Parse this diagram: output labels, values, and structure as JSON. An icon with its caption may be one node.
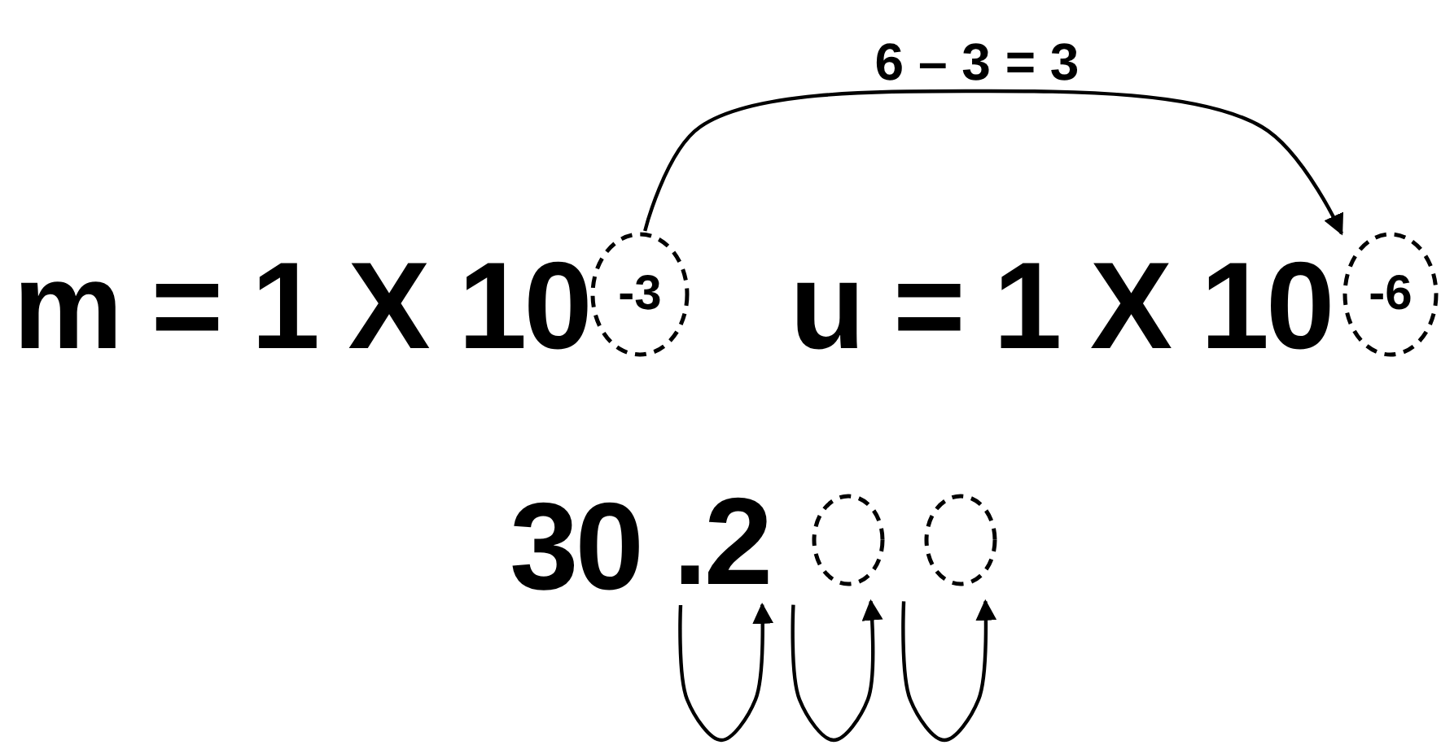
{
  "diagram": {
    "nodes": [
      {
        "text": [
          "-3"
        ]
      },
      {
        "text": [
          "-6"
        ]
      },
      {
        "text": [
          ".2"
        ]
      },
      {
        "text": [],
        "shape": "circle"
      },
      {
        "text": [],
        "shape": "circle"
      }
    ],
    "edges": [
      {
        "from": 0,
        "to": 1,
        "arrow": "to",
        "label": "6 – 3 = 3"
      },
      {
        "from": null,
        "to": 2,
        "arrow": "to"
      },
      {
        "from": 2,
        "to": 3,
        "arrow": "to"
      },
      {
        "from": 3,
        "to": 4,
        "arrow": "to"
      }
    ],
    "labels": [
      "m = 1 X 10",
      "u = 1 X 10",
      "30"
    ]
  }
}
